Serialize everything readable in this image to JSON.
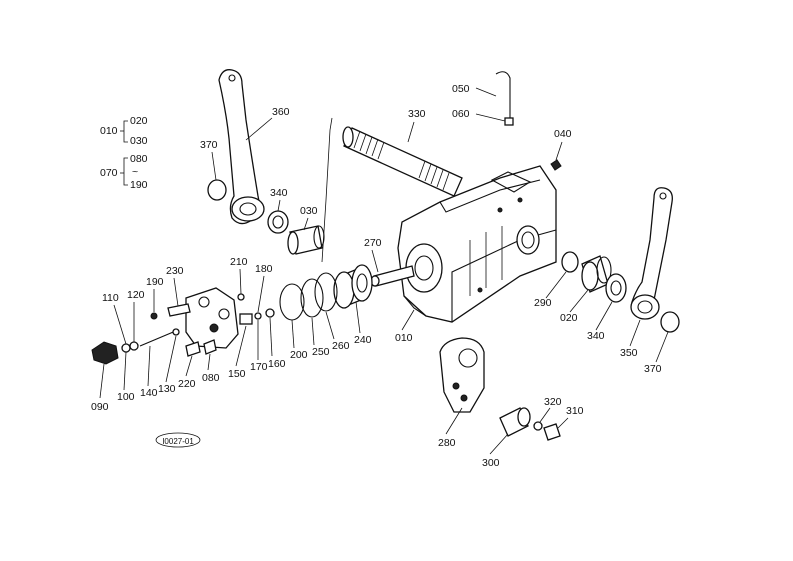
{
  "diagram": {
    "figure_code": "I0027-01",
    "group_bracket_labels": {
      "g1_main": "010",
      "g1_top": "020",
      "g1_bottom": "030",
      "g2_main": "070",
      "g2_top": "080",
      "g2_bottom": "190"
    },
    "callouts": [
      {
        "id": "c050",
        "label": "050"
      },
      {
        "id": "c060",
        "label": "060"
      },
      {
        "id": "c040",
        "label": "040"
      },
      {
        "id": "c330",
        "label": "330"
      },
      {
        "id": "c360",
        "label": "360"
      },
      {
        "id": "c370a",
        "label": "370"
      },
      {
        "id": "c340a",
        "label": "340"
      },
      {
        "id": "c030",
        "label": "030"
      },
      {
        "id": "c270",
        "label": "270"
      },
      {
        "id": "c210",
        "label": "210"
      },
      {
        "id": "c180",
        "label": "180"
      },
      {
        "id": "c230",
        "label": "230"
      },
      {
        "id": "c190",
        "label": "190"
      },
      {
        "id": "c110",
        "label": "110"
      },
      {
        "id": "c120",
        "label": "120"
      },
      {
        "id": "c090",
        "label": "090"
      },
      {
        "id": "c100",
        "label": "100"
      },
      {
        "id": "c140",
        "label": "140"
      },
      {
        "id": "c130",
        "label": "130"
      },
      {
        "id": "c220",
        "label": "220"
      },
      {
        "id": "c080",
        "label": "080"
      },
      {
        "id": "c150",
        "label": "150"
      },
      {
        "id": "c170",
        "label": "170"
      },
      {
        "id": "c160",
        "label": "160"
      },
      {
        "id": "c200",
        "label": "200"
      },
      {
        "id": "c250",
        "label": "250"
      },
      {
        "id": "c260",
        "label": "260"
      },
      {
        "id": "c240",
        "label": "240"
      },
      {
        "id": "c010",
        "label": "010"
      },
      {
        "id": "c290",
        "label": "290"
      },
      {
        "id": "c020",
        "label": "020"
      },
      {
        "id": "c340b",
        "label": "340"
      },
      {
        "id": "c350",
        "label": "350"
      },
      {
        "id": "c370b",
        "label": "370"
      },
      {
        "id": "c280",
        "label": "280"
      },
      {
        "id": "c320",
        "label": "320"
      },
      {
        "id": "c310",
        "label": "310"
      },
      {
        "id": "c300",
        "label": "300"
      }
    ]
  }
}
